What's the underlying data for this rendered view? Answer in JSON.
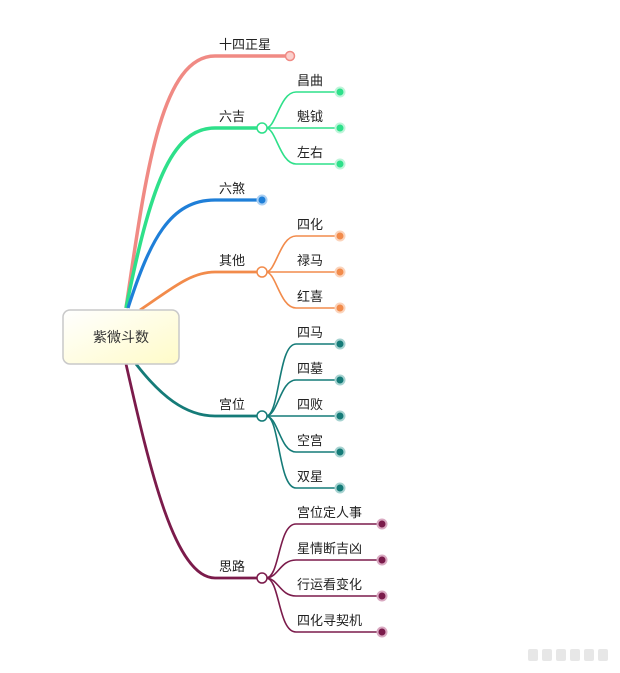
{
  "root": {
    "label": "紫微斗数"
  },
  "branches": [
    {
      "id": "shisi",
      "label": "十四正星",
      "color": "#f08a84",
      "children": []
    },
    {
      "id": "liuji",
      "label": "六吉",
      "color": "#2ee08a",
      "children": [
        "昌曲",
        "魁钺",
        "左右"
      ]
    },
    {
      "id": "liusha",
      "label": "六煞",
      "color": "#1f7fd8",
      "children": []
    },
    {
      "id": "qita",
      "label": "其他",
      "color": "#f28b4b",
      "children": [
        "四化",
        "禄马",
        "红喜"
      ]
    },
    {
      "id": "gongwei",
      "label": "宫位",
      "color": "#157b78",
      "children": [
        "四马",
        "四墓",
        "四败",
        "空宫",
        "双星"
      ]
    },
    {
      "id": "silu",
      "label": "思路",
      "color": "#7b1b4b",
      "children": [
        "宫位定人事",
        "星情断吉凶",
        "行运看变化",
        "四化寻契机"
      ]
    }
  ]
}
